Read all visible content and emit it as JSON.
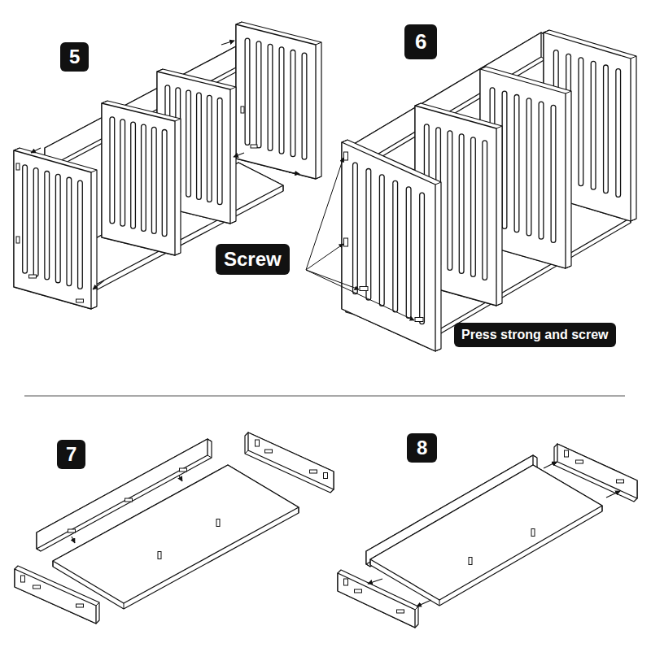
{
  "diagram": {
    "nodes": [
      {
        "text": [
          "5"
        ]
      },
      {
        "text": [
          "6"
        ]
      },
      {
        "text": [
          "Screw"
        ]
      },
      {
        "text": [
          "Press strong and screw"
        ]
      },
      {
        "text": [
          "7"
        ]
      },
      {
        "text": [
          "8"
        ]
      }
    ]
  }
}
